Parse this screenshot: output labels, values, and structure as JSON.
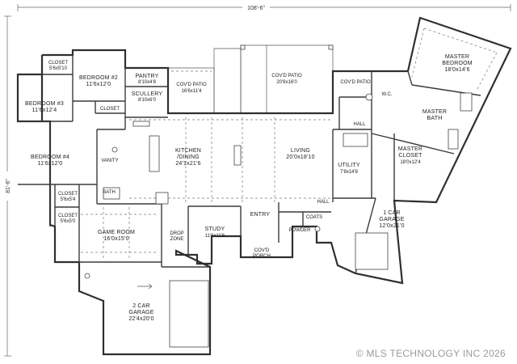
{
  "dimensions": {
    "width": "108'-6\"",
    "depth": "81'-6\""
  },
  "watermark": "© MLS TECHNOLOGY INC 2026",
  "rooms": {
    "closet_top": {
      "name": "CLOSET",
      "size": "5'6x5'10"
    },
    "bedroom2": {
      "name": "BEDROOM #2",
      "size": "11'6x12'0"
    },
    "pantry": {
      "name": "PANTRY",
      "size": "8'10x4'8"
    },
    "scullery": {
      "name": "SCULLERY",
      "size": "8'10x6'0"
    },
    "closet_b2": {
      "name": "CLOSET"
    },
    "bedroom3": {
      "name": "BEDROOM #3",
      "size": "11'6x12'4"
    },
    "bedroom4": {
      "name": "BEDROOM #4",
      "size": "11'6x12'0"
    },
    "closet_b4a": {
      "name": "CLOSET",
      "size": "5'6x5'4"
    },
    "closet_b4b": {
      "name": "CLOSET",
      "size": "5'6x5'0"
    },
    "vanity": {
      "name": "VANITY"
    },
    "bath": {
      "name": "BATH"
    },
    "patio1": {
      "name": "COV'D PATIO",
      "size": "16'6x11'4"
    },
    "patio2": {
      "name": "COV'D PATIO",
      "size": "20'8x16'0"
    },
    "patio3": {
      "name": "COV'D PATIO"
    },
    "kitchen": {
      "name_line1": "KITCHEN",
      "name_line2": "/DINING",
      "size": "24'1x21'6"
    },
    "living": {
      "name": "LIVING",
      "size": "20'0x18'10"
    },
    "utility": {
      "name": "UTILITY",
      "size": "7'8x14'8"
    },
    "hall_master": {
      "name": "HALL"
    },
    "wc": {
      "name": "W.C."
    },
    "master_bedroom": {
      "name_line1": "MASTER",
      "name_line2": "BEDROOM",
      "size": "18'0x14'6"
    },
    "master_bath": {
      "name_line1": "MASTER",
      "name_line2": "BATH"
    },
    "master_closet": {
      "name_line1": "MASTER",
      "name_line2": "CLOSET",
      "size": "18'0x12'4"
    },
    "hall_entry": {
      "name": "HALL"
    },
    "coats": {
      "name": "COATS"
    },
    "powder": {
      "name": "POWDER"
    },
    "entry": {
      "name": "ENTRY"
    },
    "study": {
      "name": "STUDY",
      "size": "11'6x11'6"
    },
    "drop_zone": {
      "name_line1": "DROP",
      "name_line2": "ZONE"
    },
    "game_room": {
      "name": "GAME ROOM",
      "size": "16'0x15'0"
    },
    "porch": {
      "name_line1": "COV'D",
      "name_line2": "PORCH"
    },
    "garage1": {
      "name_line1": "1 CAR",
      "name_line2": "GARAGE",
      "size": "12'0x21'0"
    },
    "garage2": {
      "name_line1": "2 CAR",
      "name_line2": "GARAGE",
      "size": "22'4x20'0"
    }
  }
}
